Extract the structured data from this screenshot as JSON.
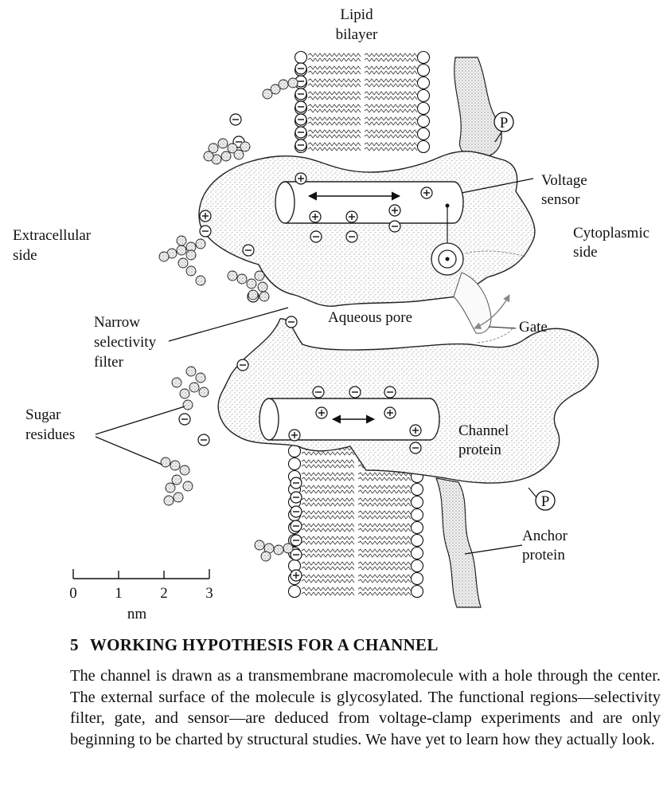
{
  "figure": {
    "labels": {
      "lipid_bilayer": [
        "Lipid",
        "bilayer"
      ],
      "voltage_sensor": [
        "Voltage",
        "sensor"
      ],
      "extracellular_side": [
        "Extracellular",
        "side"
      ],
      "cytoplasmic_side": [
        "Cytoplasmic",
        "side"
      ],
      "aqueous_pore": "Aqueous pore",
      "gate": "Gate",
      "narrow_selectivity_filter": [
        "Narrow",
        "selectivity",
        "filter"
      ],
      "sugar_residues": [
        "Sugar",
        "residues"
      ],
      "channel_protein": [
        "Channel",
        "protein"
      ],
      "anchor_protein": [
        "Anchor",
        "protein"
      ],
      "phosphate": "P"
    },
    "scale_bar": {
      "ticks": [
        "0",
        "1",
        "2",
        "3"
      ],
      "unit": "nm"
    }
  },
  "caption": {
    "number": "5",
    "title": "WORKING HYPOTHESIS FOR A CHANNEL",
    "body": "The channel is drawn as a transmembrane macromolecule with a hole through the center. The external surface of the molecule is glycosylated. The functional regions—selectivity filter, gate, and sensor—are deduced from voltage-clamp experiments and are only beginning to be charted by structural studies. We have yet to learn how they actually look."
  }
}
